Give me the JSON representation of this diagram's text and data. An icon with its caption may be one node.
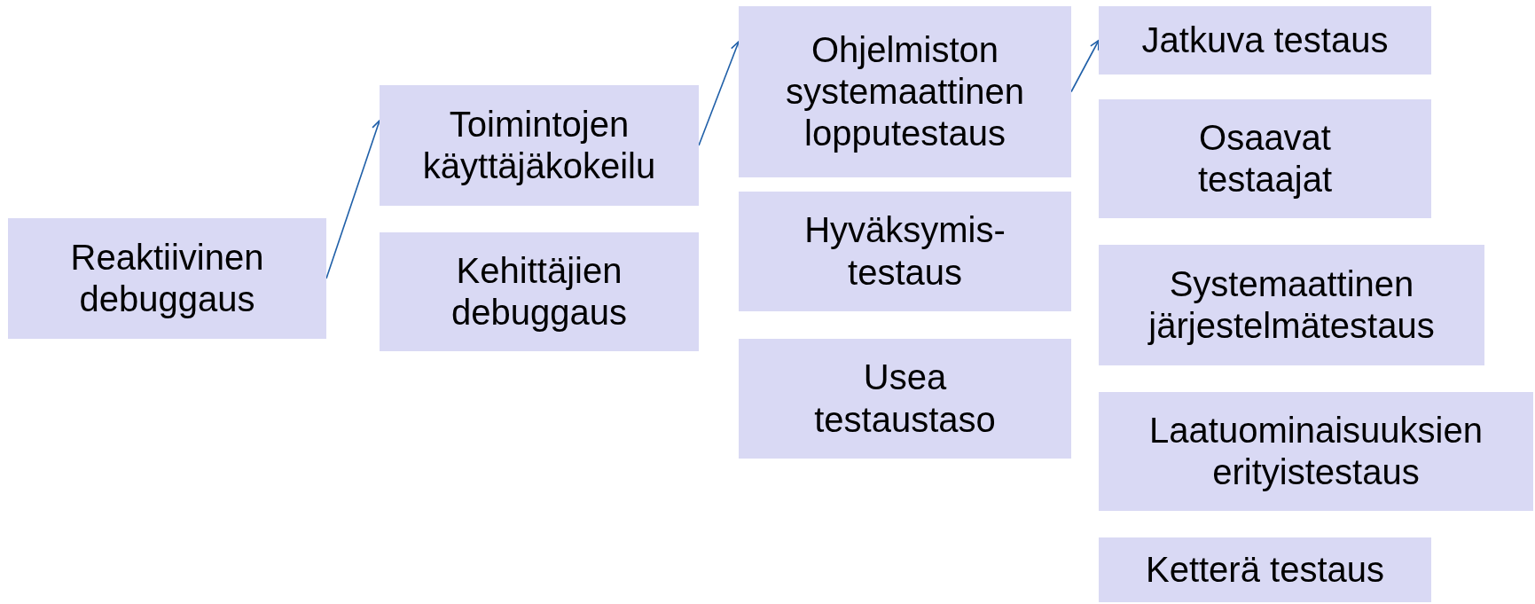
{
  "diagram": {
    "nodes": [
      {
        "text": [
          "Reaktiivinen debuggaus"
        ]
      },
      {
        "text": [
          "Toimintojen käyttäjäkokeilu"
        ]
      },
      {
        "text": [
          "Kehittäjien debuggaus"
        ]
      },
      {
        "text": [
          "Ohjelmiston systemaattinen lopputestaus"
        ]
      },
      {
        "text": [
          "Hyväksymis- testaus"
        ]
      },
      {
        "text": [
          "Usea testaustaso"
        ]
      },
      {
        "text": [
          "Jatkuva testaus"
        ]
      },
      {
        "text": [
          "Osaavat testaajat"
        ]
      },
      {
        "text": [
          "Systemaattinen järjestelmätestaus"
        ]
      },
      {
        "text": [
          "Laatuominaisuuksien erityistestaus"
        ]
      },
      {
        "text": [
          "Ketterä testaus"
        ]
      }
    ],
    "edges": [
      {
        "from": 0,
        "to": 1,
        "arrow": "to"
      },
      {
        "from": 1,
        "to": 3,
        "arrow": "to"
      },
      {
        "from": 3,
        "to": 6,
        "arrow": "to"
      }
    ]
  }
}
